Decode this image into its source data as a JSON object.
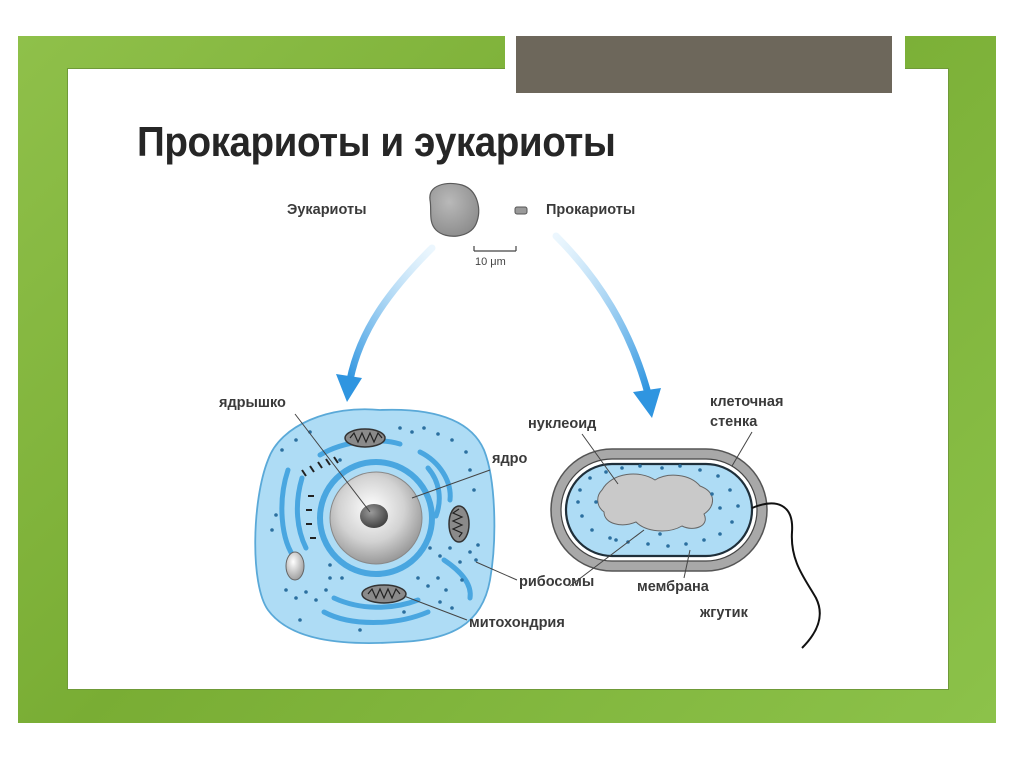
{
  "slide": {
    "title": "Прокариоты и эукариоты"
  },
  "diagram": {
    "top_labels": {
      "eukaryotes": "Эукариоты",
      "prokaryotes": "Прокариоты",
      "scale": "10 μm"
    },
    "eukaryote_labels": {
      "nucleolus": "ядрышко",
      "nucleus": "ядро",
      "ribosomes": "рибосомы",
      "mitochondria": "митохондрия"
    },
    "prokaryote_labels": {
      "nucleoid": "нуклеоид",
      "cell_wall_line1": "клеточная",
      "cell_wall_line2": "стенка",
      "membrane": "мембрана",
      "flagellum": "жгутик"
    },
    "colors": {
      "frame_green": "#7fb53a",
      "cell_blue": "#aedcf5",
      "organelle_blue": "#49a6e0",
      "arrow_blue": "#3aa0e6",
      "title_gray": "#262626",
      "tab_dark": "#6d675b"
    }
  }
}
